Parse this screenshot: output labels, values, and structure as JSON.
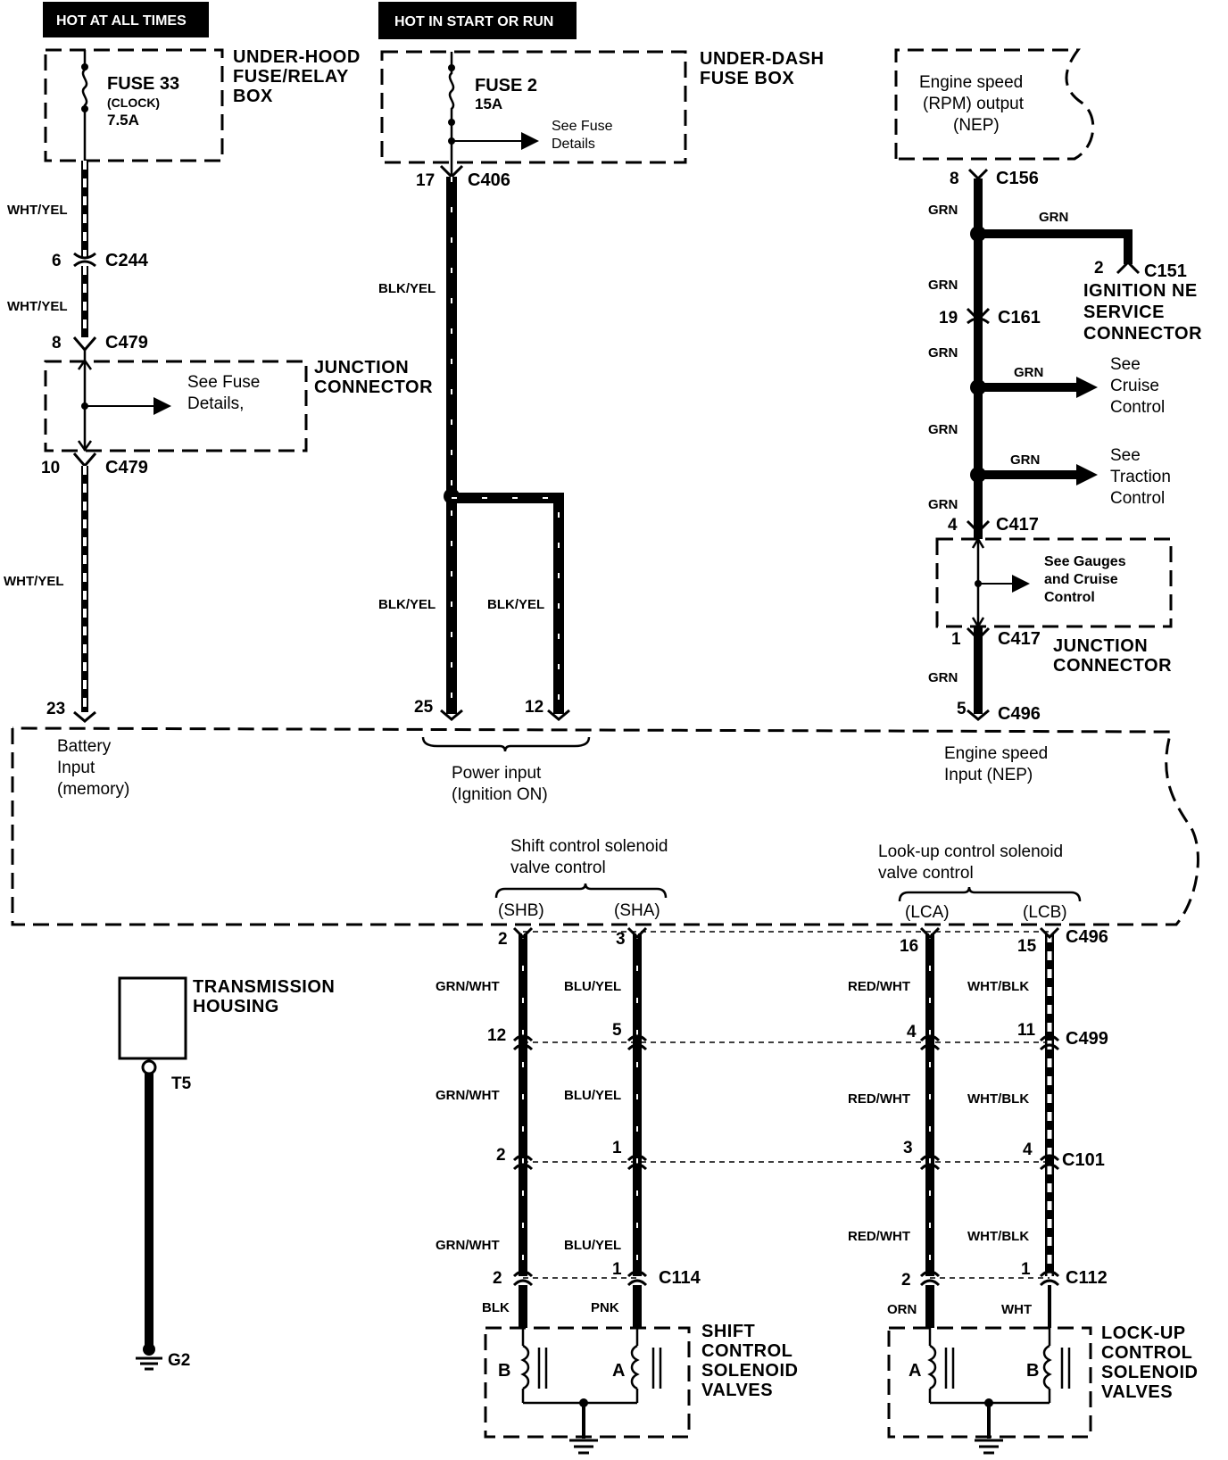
{
  "headers": {
    "hot_at_all_times": "HOT AT ALL TIMES",
    "hot_in_start_or_run": "HOT IN START OR RUN"
  },
  "components": {
    "underhood_box": [
      "UNDER-HOOD",
      "FUSE/RELAY",
      "BOX"
    ],
    "underdash_box": [
      "UNDER-DASH",
      "FUSE BOX"
    ],
    "junction_connector_left": [
      "JUNCTION",
      "CONNECTOR"
    ],
    "junction_connector_right": [
      "JUNCTION",
      "CONNECTOR"
    ],
    "ignition_service": [
      "IGNITION NE",
      "SERVICE",
      "CONNECTOR"
    ],
    "transmission_housing": [
      "TRANSMISSION",
      "HOUSING"
    ],
    "shift_solenoids": [
      "SHIFT",
      "CONTROL",
      "SOLENOID",
      "VALVES"
    ],
    "lockup_solenoids": [
      "LOCK-UP",
      "CONTROL",
      "SOLENOID",
      "VALVES"
    ]
  },
  "fuses": {
    "fuse33": {
      "name": "FUSE 33",
      "desc": "(CLOCK)",
      "rating": "7.5A"
    },
    "fuse2": {
      "name": "FUSE 2",
      "rating": "15A"
    }
  },
  "notes": {
    "see_fuse_details_a": [
      "See Fuse",
      "Details"
    ],
    "see_fuse_details_b": [
      "See Fuse",
      "Details,"
    ],
    "engine_speed_output": [
      "Engine speed",
      "(RPM) output",
      "(NEP)"
    ],
    "see_cruise": [
      "See",
      "Cruise",
      "Control"
    ],
    "see_traction": [
      "See",
      "Traction",
      "Control"
    ],
    "see_gauges": [
      "See Gauges",
      "and Cruise",
      "Control"
    ],
    "battery_input": [
      "Battery",
      "Input",
      "(memory)"
    ],
    "power_input": [
      "Power input",
      "(Ignition ON)"
    ],
    "engine_speed_input": [
      "Engine speed",
      "Input (NEP)"
    ],
    "shift_control": [
      "Shift control solenoid",
      "valve control"
    ],
    "lockup_control": [
      "Look-up control solenoid",
      "valve control"
    ],
    "shb": "(SHB)",
    "sha": "(SHA)",
    "lca": "(LCA)",
    "lcb": "(LCB)"
  },
  "connectors": {
    "c244": "C244",
    "c479a": "C479",
    "c479b": "C479",
    "c406": "C406",
    "c156": "C156",
    "c151": "C151",
    "c161": "C161",
    "c417a": "C417",
    "c417b": "C417",
    "c496a": "C496",
    "c496b": "C496",
    "c499": "C499",
    "c101": "C101",
    "c114": "C114",
    "c112": "C112",
    "t5": "T5",
    "g2": "G2"
  },
  "pins": {
    "c244_6": "6",
    "c479_8": "8",
    "c479_10": "10",
    "bat_23": "23",
    "c406_17": "17",
    "pw_25": "25",
    "pw_12": "12",
    "c156_8": "8",
    "c151_2": "2",
    "c161_19": "19",
    "c417_4": "4",
    "c417_1": "1",
    "c496_5": "5",
    "shb_2": "2",
    "sha_3": "3",
    "lca_16": "16",
    "lcb_15": "15",
    "c499_12": "12",
    "c499_5": "5",
    "c499_4": "4",
    "c499_11": "11",
    "c101_2": "2",
    "c101_1": "1",
    "c101_3": "3",
    "c101_4": "4",
    "c114_2": "2",
    "c114_1": "1",
    "c112_2": "2",
    "c112_1": "1"
  },
  "wires": {
    "wht_yel": "WHT/YEL",
    "blk_yel": "BLK/YEL",
    "grn": "GRN",
    "grn_wht": "GRN/WHT",
    "blu_yel": "BLU/YEL",
    "red_wht": "RED/WHT",
    "wht_blk": "WHT/BLK",
    "blk": "BLK",
    "pnk": "PNK",
    "orn": "ORN",
    "wht": "WHT"
  },
  "solenoid_labels": {
    "b1": "B",
    "a1": "A",
    "a2": "A",
    "b2": "B"
  }
}
